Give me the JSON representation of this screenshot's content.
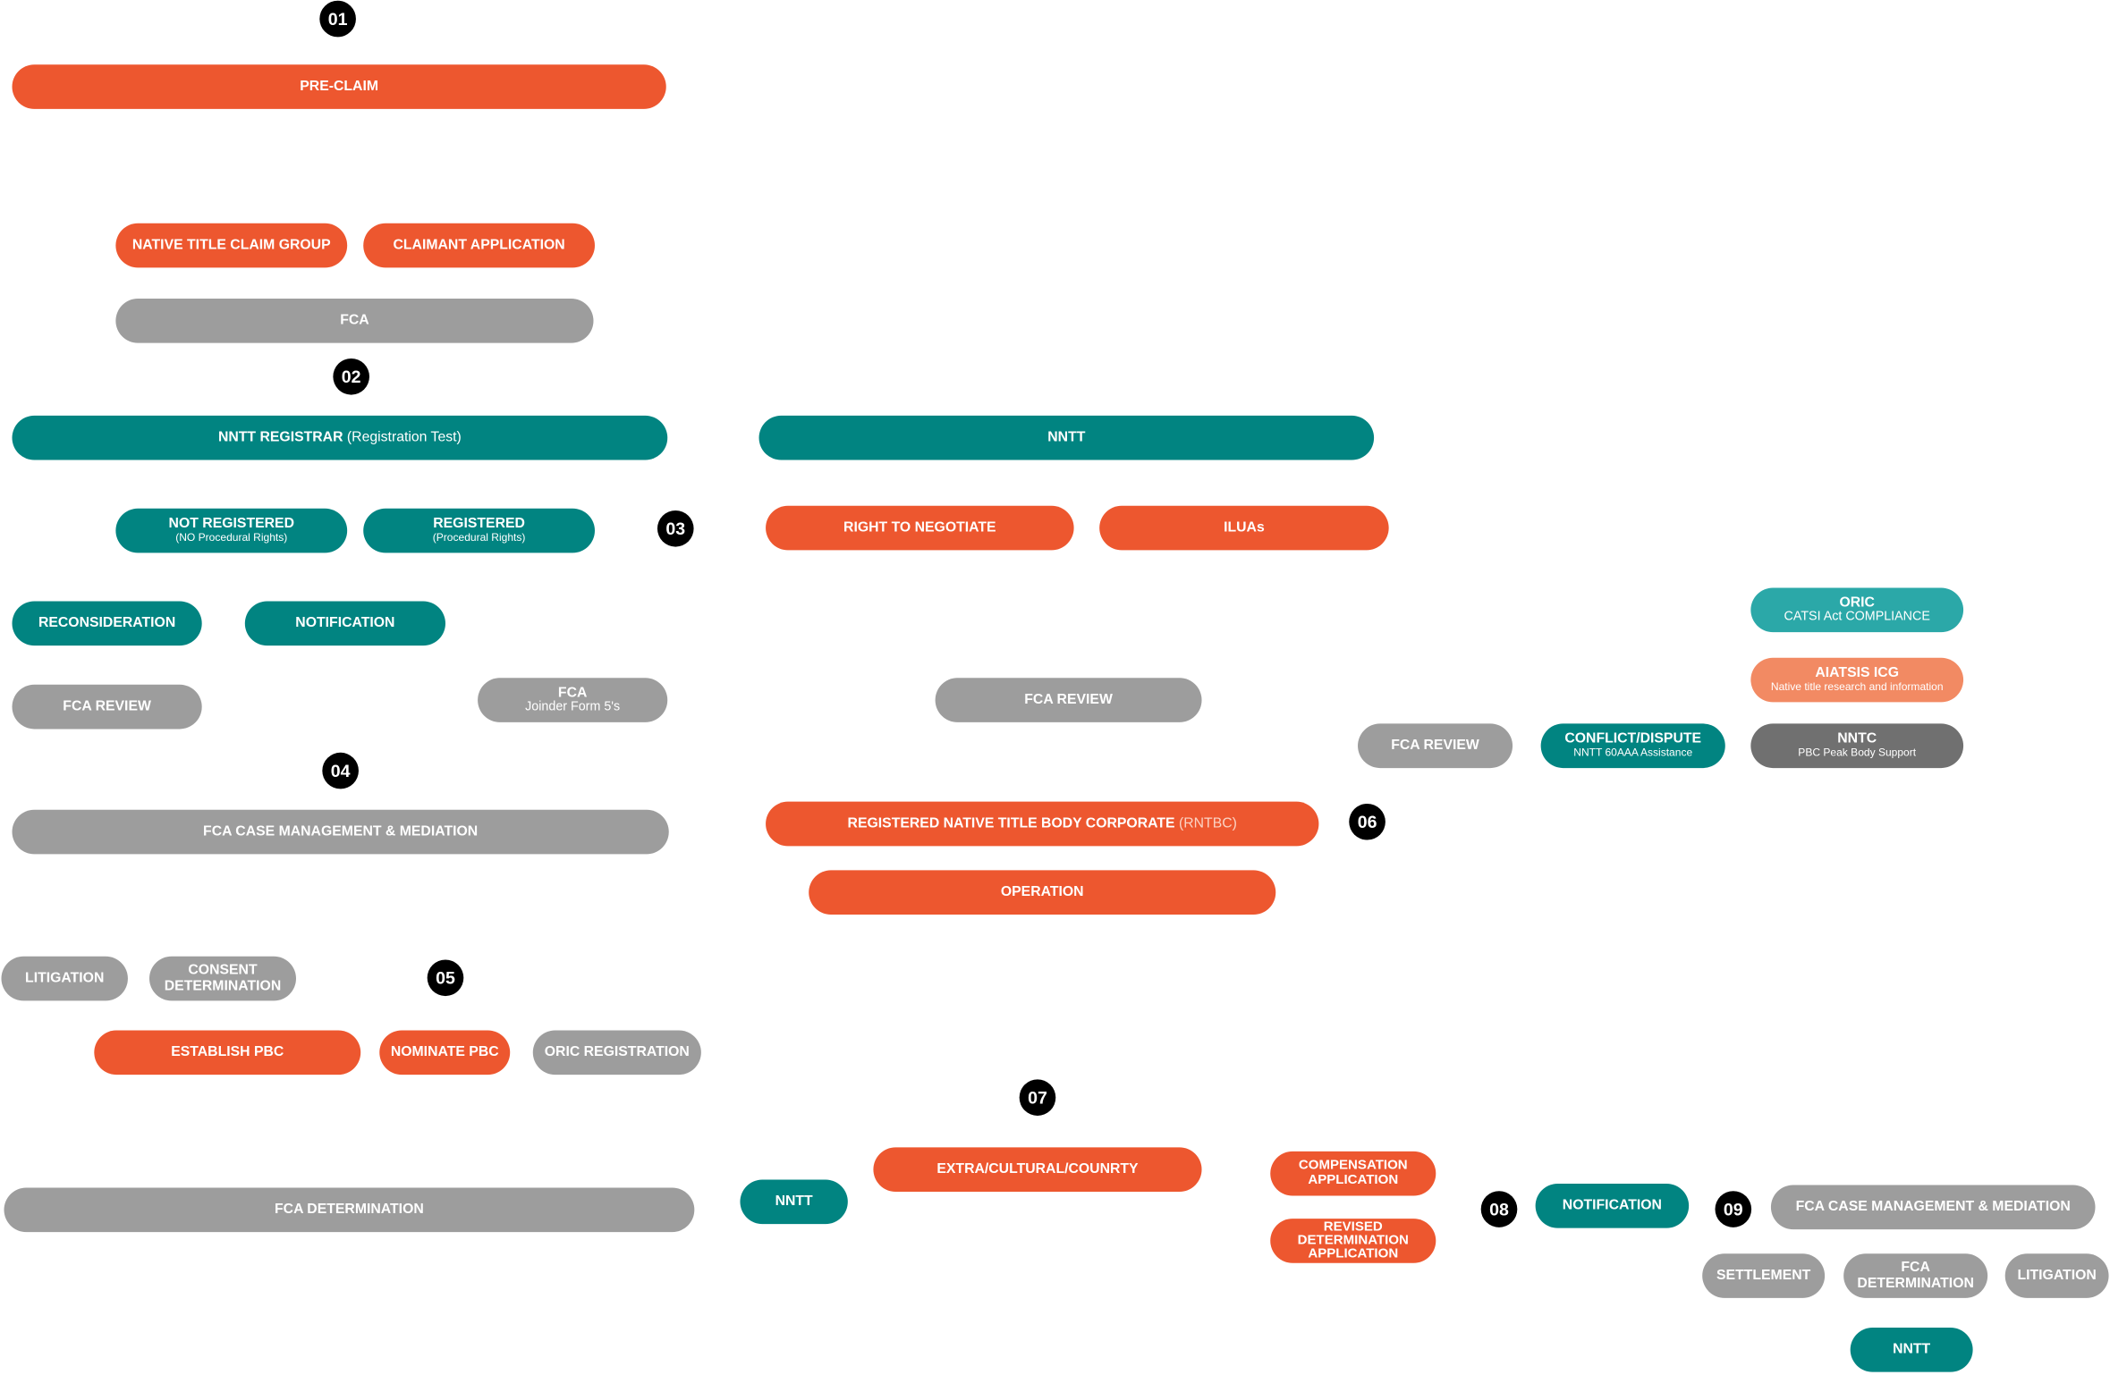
{
  "badges": [
    "01",
    "02",
    "03",
    "04",
    "05",
    "06",
    "07",
    "08",
    "09"
  ],
  "stage1": {
    "pre_claim": "PRE-CLAIM",
    "claim_group": "NATIVE TITLE CLAIM GROUP",
    "claimant_application": "CLAIMANT APPLICATION",
    "fca": "FCA"
  },
  "stage2": {
    "registrar": "NNTT REGISTRAR",
    "registrar_sub": "(Registration Test)",
    "nntt": "NNTT",
    "not_registered": "NOT REGISTERED",
    "not_registered_sub": "(NO Procedural Rights)",
    "registered": "REGISTERED",
    "registered_sub": "(Procedural Rights)",
    "reconsideration": "RECONSIDERATION",
    "notification": "NOTIFICATION",
    "fca_review": "FCA REVIEW",
    "fca_joinder": "FCA",
    "fca_joinder_sub": "Joinder Form 5's"
  },
  "stage3": {
    "right_to_negotiate": "RIGHT TO NEGOTIATE",
    "iluas": "ILUAs",
    "fca_review": "FCA REVIEW"
  },
  "stage4": {
    "case_management": "FCA CASE MANAGEMENT & MEDIATION",
    "litigation": "LITIGATION",
    "consent_determination": "CONSENT DETERMINATION"
  },
  "stage5": {
    "establish_pbc": "ESTABLISH PBC",
    "nominate_pbc": "NOMINATE PBC",
    "oric_registration": "ORIC REGISTRATION",
    "fca_determination": "FCA DETERMINATION"
  },
  "stage6": {
    "rntbc": "REGISTERED NATIVE TITLE BODY CORPORATE",
    "rntbc_sub": "(RNTBC)",
    "operation": "OPERATION",
    "oric": "ORIC",
    "oric_sub": "CATSI Act COMPLIANCE",
    "aiatsis": "AIATSIS ICG",
    "aiatsis_sub": "Native title research and information",
    "fca_review": "FCA REVIEW",
    "conflict": "CONFLICT/DISPUTE",
    "conflict_sub": "NNTT 60AAA Assistance",
    "nntc": "NNTC",
    "nntc_sub": "PBC Peak Body Support"
  },
  "stage7": {
    "nntt": "NNTT",
    "extra": "EXTRA/CULTURAL/COUNRTY",
    "compensation": "COMPENSATION APPLICATION",
    "revised": "REVISED DETERMINATION APPLICATION"
  },
  "stage8": {
    "notification": "NOTIFICATION"
  },
  "stage9": {
    "case_management": "FCA CASE MANAGEMENT & MEDIATION",
    "settlement": "SETTLEMENT",
    "fca_determination": "FCA DETERMINATION",
    "litigation": "LITIGATION",
    "nntt": "NNTT"
  },
  "colors": {
    "orange": "#ed572f",
    "teal": "#018481",
    "gray": "#9d9d9d",
    "light_teal": "#2ba8a8",
    "light_orange": "#f28a63",
    "dark_gray": "#707070"
  }
}
